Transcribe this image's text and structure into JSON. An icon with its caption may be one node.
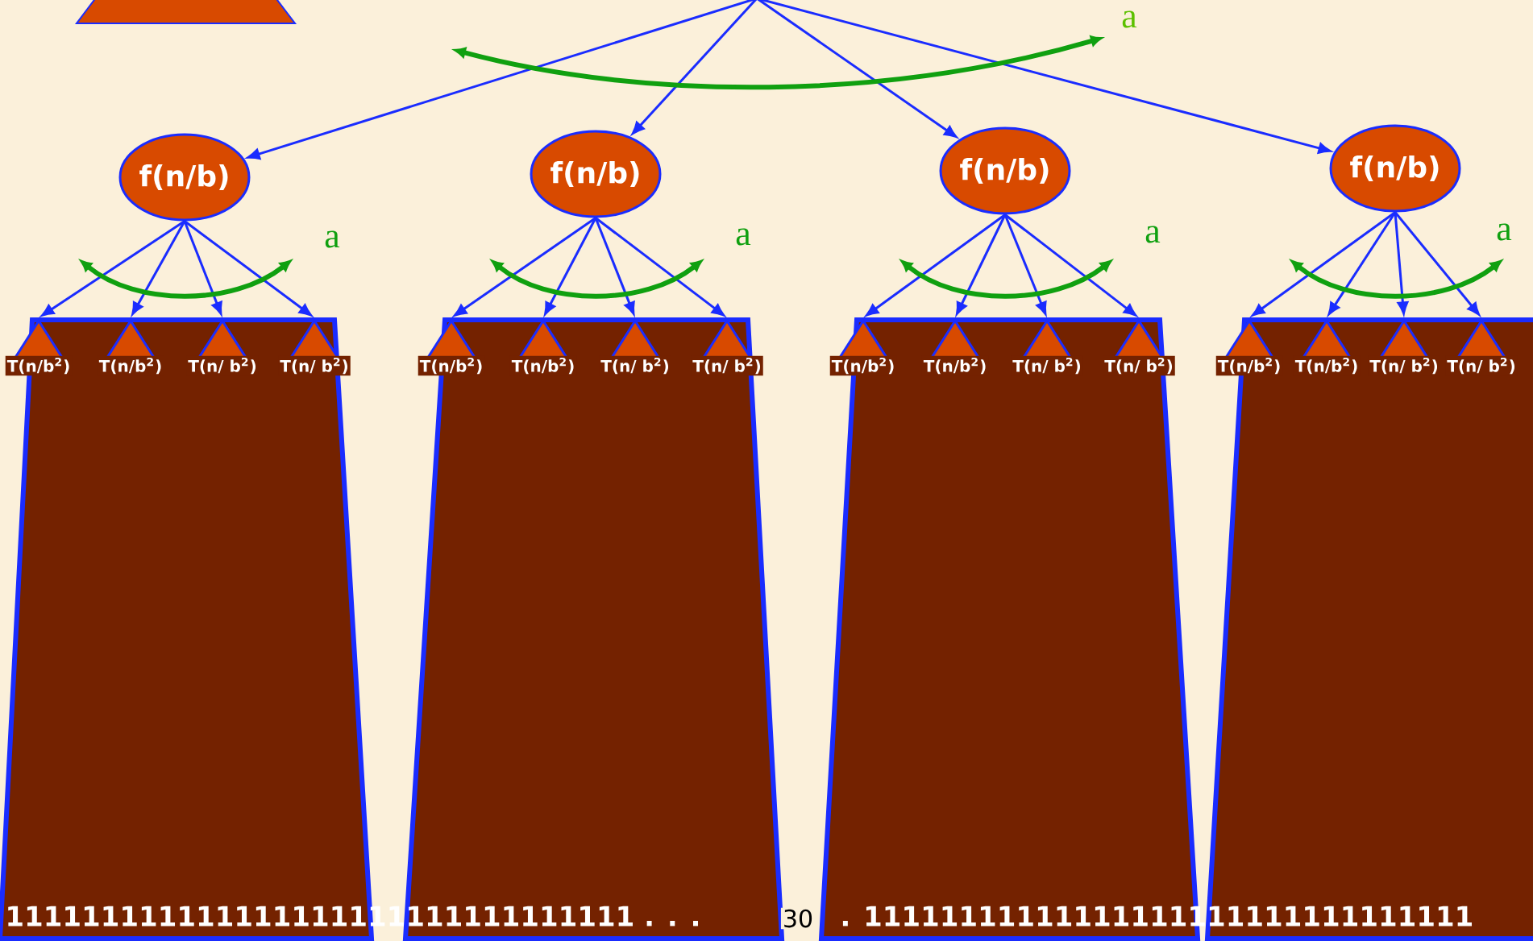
{
  "diagram": {
    "nodes": [
      {
        "text": [],
        "shape": "triangle"
      },
      {
        "text": [
          "f(n/b)"
        ]
      },
      {
        "text": [],
        "shape": "trapezoid"
      },
      {
        "text": [
          "T(n/b$^{2}$)"
        ],
        "in": 2
      },
      {
        "text": [
          "T(n/b$^{2}$)"
        ],
        "in": 2
      },
      {
        "text": [
          "T(n/ b$^{2}$)"
        ],
        "in": 2
      },
      {
        "text": [
          "T(n/ b$^{2}$)"
        ],
        "in": 2
      },
      {
        "text": [
          "f(n/b)"
        ]
      },
      {
        "text": [],
        "shape": "trapezoid"
      },
      {
        "text": [
          "T(n/b$^{2}$)"
        ],
        "in": 8
      },
      {
        "text": [
          "T(n/b$^{2}$)"
        ],
        "in": 8
      },
      {
        "text": [
          "T(n/ b$^{2}$)"
        ],
        "in": 8
      },
      {
        "text": [
          "T(n/ b$^{2}$)"
        ],
        "in": 8
      },
      {
        "text": [
          "f(n/b)"
        ]
      },
      {
        "text": [],
        "shape": "trapezoid"
      },
      {
        "text": [
          "T(n/b$^{2}$)"
        ],
        "in": 14
      },
      {
        "text": [
          "T(n/b$^{2}$)"
        ],
        "in": 14
      },
      {
        "text": [
          "T(n/ b$^{2}$)"
        ],
        "in": 14
      },
      {
        "text": [
          "T(n/ b$^{2}$)"
        ],
        "in": 14
      },
      {
        "text": [
          "f(n/b)"
        ]
      },
      {
        "text": [],
        "shape": "trapezoid"
      },
      {
        "text": [
          "T(n/b$^{2}$)"
        ],
        "in": 20
      },
      {
        "text": [
          "T(n/b$^{2}$)"
        ],
        "in": 20
      },
      {
        "text": [
          "T(n/ b$^{2}$)"
        ],
        "in": 20
      },
      {
        "text": [
          "T(n/ b$^{2}$)"
        ],
        "in": 20
      }
    ],
    "edges": [
      {
        "from": null,
        "to": 1,
        "arrow": "to"
      },
      {
        "from": null,
        "to": 7,
        "arrow": "to"
      },
      {
        "from": null,
        "to": 13,
        "arrow": "to"
      },
      {
        "from": null,
        "to": 19,
        "arrow": "to"
      },
      {
        "from": 1,
        "to": 3,
        "arrow": "to"
      },
      {
        "from": 1,
        "to": 4,
        "arrow": "to"
      },
      {
        "from": 1,
        "to": 5,
        "arrow": "to"
      },
      {
        "from": 1,
        "to": 6,
        "arrow": "to"
      },
      {
        "from": 7,
        "to": 9,
        "arrow": "to"
      },
      {
        "from": 7,
        "to": 10,
        "arrow": "to"
      },
      {
        "from": 7,
        "to": 11,
        "arrow": "to"
      },
      {
        "from": 7,
        "to": 12,
        "arrow": "to"
      },
      {
        "from": 13,
        "to": 15,
        "arrow": "to"
      },
      {
        "from": 13,
        "to": 16,
        "arrow": "to"
      },
      {
        "from": 13,
        "to": 17,
        "arrow": "to"
      },
      {
        "from": 13,
        "to": 18,
        "arrow": "to"
      },
      {
        "from": 19,
        "to": 21,
        "arrow": "to"
      },
      {
        "from": 19,
        "to": 22,
        "arrow": "to"
      },
      {
        "from": 19,
        "to": 23,
        "arrow": "to"
      },
      {
        "from": 19,
        "to": 24,
        "arrow": "to"
      }
    ],
    "labels": [
      "a",
      "a",
      "a",
      "a",
      "a",
      "111111111111111111111111111111111 . . .",
      "30",
      ". 11111111111111111111111111111111"
    ]
  }
}
